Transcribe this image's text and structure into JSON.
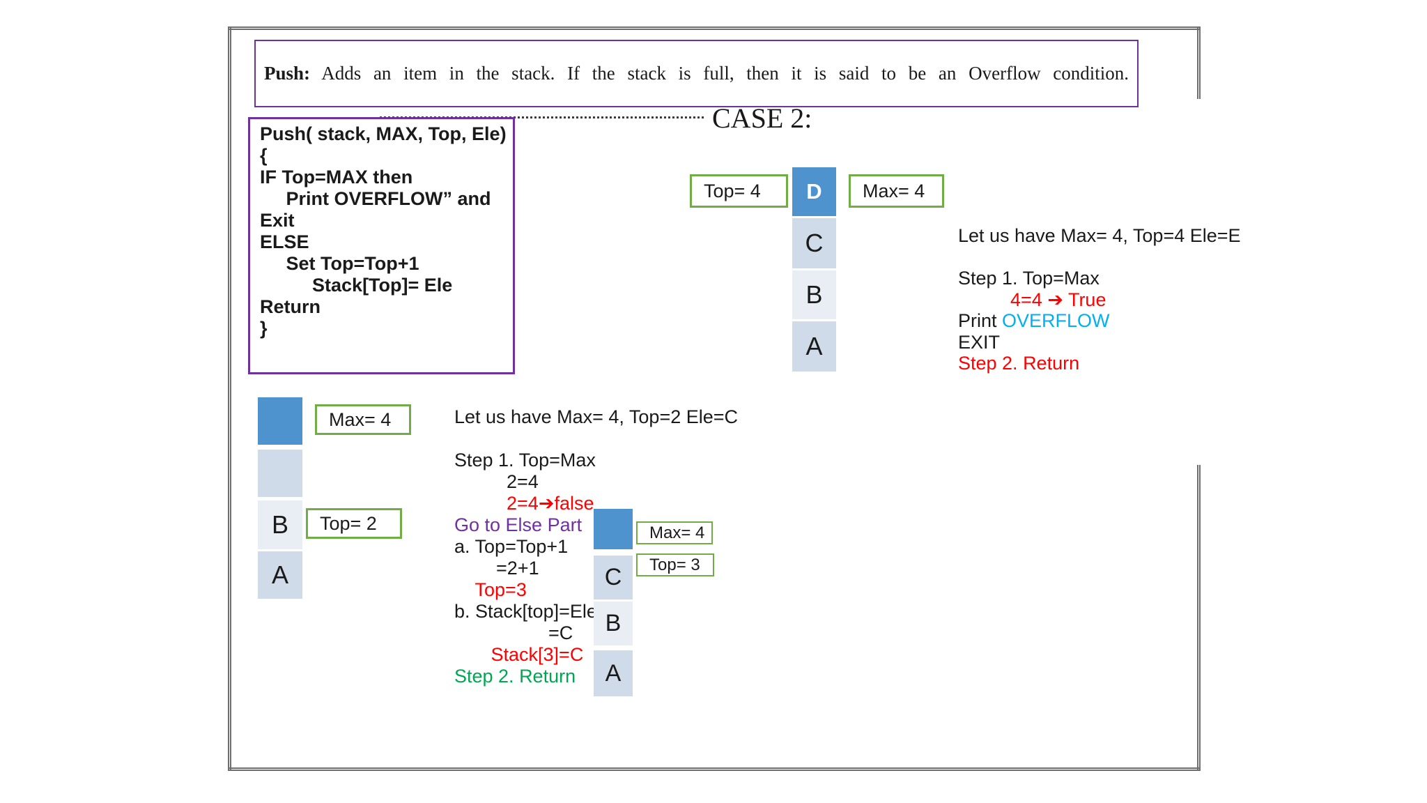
{
  "colors": {
    "frame": "#6e6e6e",
    "purple": "#7030A0",
    "green_border": "#70AD47",
    "blue": "#4f93ce",
    "cell_light": "#cfdbe9",
    "cell_lighter": "#e9eef5",
    "red": "#ff0000",
    "cyan": "#00b0f0",
    "green": "#00a651",
    "black": "#1a1a1a"
  },
  "definition": {
    "term": "Push:",
    "body": "Adds an item in the stack. If the stack is full, then it is said to be an Overflow condition."
  },
  "case_title": "CASE 2:",
  "pseudocode": {
    "lines": [
      [
        {
          "t": "Push( stack, MAX, Top, Ele)",
          "c": "black"
        }
      ],
      [
        {
          "t": "{",
          "c": "black"
        }
      ],
      [
        {
          "t": "IF Top=MAX then",
          "c": "black"
        }
      ],
      [
        {
          "t": "     Print OVERFLOW” and",
          "c": "black"
        }
      ],
      [
        {
          "t": "Exit",
          "c": "black"
        }
      ],
      [
        {
          "t": "ELSE",
          "c": "black"
        }
      ],
      [
        {
          "t": "     Set Top=Top+1",
          "c": "black"
        }
      ],
      [
        {
          "t": "          Stack[Top]= Ele",
          "c": "black"
        }
      ],
      [
        {
          "t": "Return",
          "c": "black"
        }
      ],
      [
        {
          "t": "}",
          "c": "black"
        }
      ]
    ]
  },
  "case2": {
    "top_label": "Top= 4",
    "max_label": "Max= 4",
    "stack": {
      "0": {
        "letter": "D"
      },
      "1": {
        "letter": "C"
      },
      "2": {
        "letter": "B"
      },
      "3": {
        "letter": "A"
      }
    },
    "steps": [
      [
        {
          "t": "Let us have Max= 4, Top=4 Ele=E",
          "c": "black"
        }
      ],
      [],
      [
        {
          "t": "Step 1. Top=Max",
          "c": "black"
        }
      ],
      [
        {
          "t": "          4=4 ➔ True",
          "c": "red"
        }
      ],
      [
        {
          "t": "Print ",
          "c": "black"
        },
        {
          "t": "OVERFLOW",
          "c": "cyan"
        }
      ],
      [
        {
          "t": "EXIT",
          "c": "black"
        }
      ],
      [
        {
          "t": "Step 2. Return",
          "c": "red"
        }
      ]
    ]
  },
  "case1": {
    "max_label": "Max= 4",
    "top_label": "Top= 2",
    "stack": {
      "0": {
        "letter": ""
      },
      "1": {
        "letter": ""
      },
      "2": {
        "letter": "B"
      },
      "3": {
        "letter": "A"
      }
    },
    "steps": [
      [
        {
          "t": "Let us have Max= 4, Top=2 Ele=C",
          "c": "black"
        }
      ],
      [],
      [
        {
          "t": "Step 1. Top=Max",
          "c": "black"
        }
      ],
      [
        {
          "t": "          2=4",
          "c": "black"
        }
      ],
      [
        {
          "t": "          2=4➔false",
          "c": "red"
        }
      ],
      [
        {
          "t": "Go to Else Part",
          "c": "purple"
        }
      ],
      [
        {
          "t": "a. Top=Top+1",
          "c": "black"
        }
      ],
      [
        {
          "t": "        =2+1",
          "c": "black"
        }
      ],
      [
        {
          "t": "    Top=3",
          "c": "red"
        }
      ],
      [
        {
          "t": "b. Stack[top]=Ele",
          "c": "black"
        }
      ],
      [
        {
          "t": "                  =C",
          "c": "black"
        }
      ],
      [
        {
          "t": "       Stack[3]=C",
          "c": "red"
        }
      ],
      [
        {
          "t": "Step 2. Return",
          "c": "green"
        }
      ]
    ]
  },
  "result_stack": {
    "max_label": "Max= 4",
    "top_label": "Top= 3",
    "stack": {
      "0": {
        "letter": ""
      },
      "1": {
        "letter": "C"
      },
      "2": {
        "letter": "B"
      },
      "3": {
        "letter": "A"
      }
    }
  }
}
